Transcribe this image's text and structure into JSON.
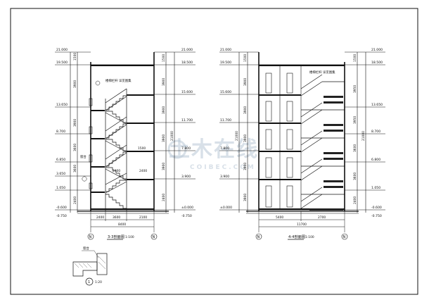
{
  "drawing": {
    "watermark_main": "土木在线",
    "watermark_sub": "COIBEC.COM"
  },
  "section_a": {
    "title": "3-3剖面图",
    "scale": "1:100",
    "levels_left": [
      "21.000",
      "19.500",
      "13.650",
      "8.700",
      "6.850",
      "3.650",
      "1.050",
      "-0.600",
      "-0.750"
    ],
    "levels_right": [
      "21.000",
      "18.500",
      "15.600",
      "11.700",
      "7.800",
      "3.900",
      "±0.000",
      "-0.750"
    ],
    "note": "楼梯栏杆 详见图集",
    "note2": "图集",
    "window_label": "窗台",
    "dims_bottom": [
      "2400",
      "3600",
      "2100"
    ],
    "dim_total": "8400",
    "dims_inner": [
      "2400",
      "2400",
      "1500"
    ],
    "heights_left": [
      "3900",
      "3900",
      "3600",
      "3600",
      "3600",
      "2400",
      "1500"
    ],
    "heights_right": [
      "1500",
      "3900",
      "3900",
      "3900",
      "3900",
      "3900",
      "2400"
    ],
    "total_height": "21000",
    "axis_left": "N",
    "axis_right": "N"
  },
  "section_b": {
    "title": "4-4剖面图",
    "scale": "1:100",
    "levels_left": [
      "21.000",
      "19.500",
      "15.600",
      "11.700",
      "7.800",
      "3.900",
      "±0.000"
    ],
    "levels_right": [
      "21.000",
      "18.500",
      "13.650",
      "8.700",
      "6.800",
      "1.050",
      "-0.600",
      "-0.750"
    ],
    "note": "楼梯栏杆 详见图集",
    "dims_bottom": [
      "5400",
      "2700"
    ],
    "dim_total": "11700",
    "heights_left": [
      "1500",
      "3900",
      "3900",
      "3900",
      "3900",
      "3900"
    ],
    "heights_right": [
      "1500",
      "3950",
      "3950",
      "3600",
      "3600",
      "3300",
      "2400"
    ],
    "total_height": "21000",
    "axis_left": "N",
    "axis_right": "N"
  },
  "detail": {
    "label": "窗台",
    "number": "1",
    "scale": "1:20"
  }
}
